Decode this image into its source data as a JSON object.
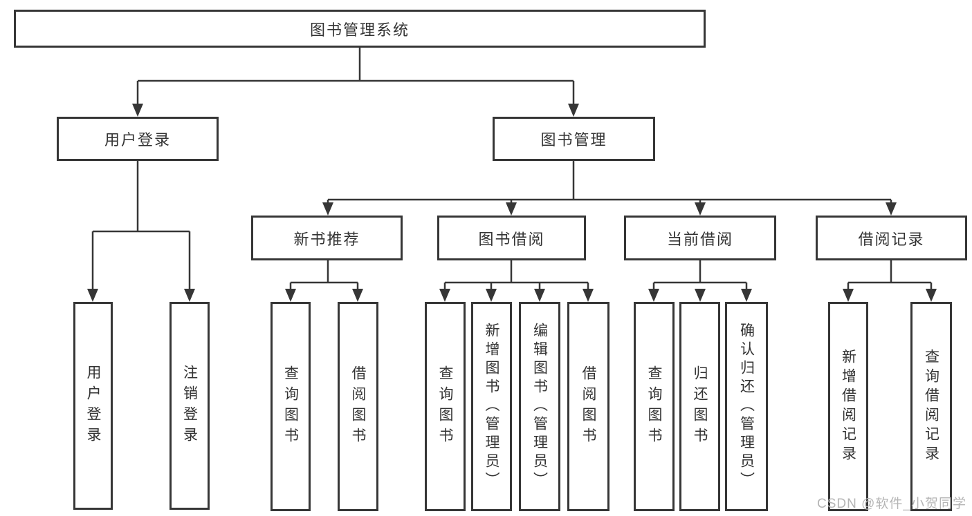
{
  "colors": {
    "line": "#363636",
    "text": "#333333",
    "background": "#ffffff",
    "watermark": "#b5b5b5"
  },
  "watermark": {
    "text": "CSDN @软件_小贺同学"
  },
  "tree": {
    "label": "图书管理系统",
    "children": [
      {
        "label": "用户登录",
        "children": [
          {
            "label": "用户登录"
          },
          {
            "label": "注销登录"
          }
        ]
      },
      {
        "label": "图书管理",
        "children": [
          {
            "label": "新书推荐",
            "children": [
              {
                "label": "查询图书"
              },
              {
                "label": "借阅图书"
              }
            ]
          },
          {
            "label": "图书借阅",
            "children": [
              {
                "label": "查询图书"
              },
              {
                "label": "新增图书（管理员）"
              },
              {
                "label": "编辑图书（管理员）"
              },
              {
                "label": "借阅图书"
              }
            ]
          },
          {
            "label": "当前借阅",
            "children": [
              {
                "label": "查询图书"
              },
              {
                "label": "归还图书"
              },
              {
                "label": "确认归还（管理员）"
              }
            ]
          },
          {
            "label": "借阅记录",
            "children": [
              {
                "label": "新增借阅记录"
              },
              {
                "label": "查询借阅记录"
              }
            ]
          }
        ]
      }
    ]
  }
}
